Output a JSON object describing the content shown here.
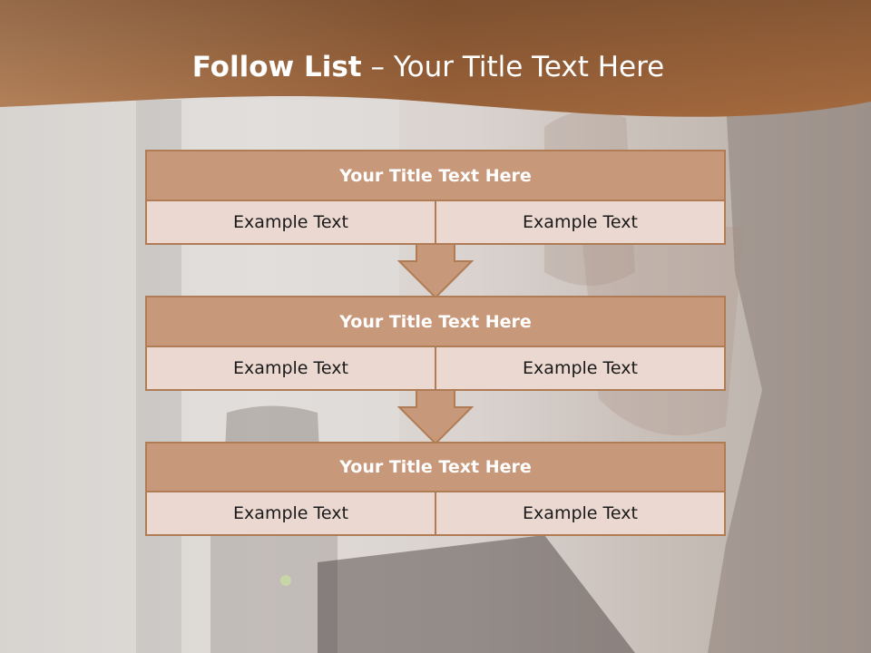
{
  "colors": {
    "header_band": "#a36a3e",
    "box_title_fill": "#c8987b",
    "box_border": "#b07c55",
    "cell_fill": "#ebd8d0",
    "title_text": "#ffffff"
  },
  "slide": {
    "title_bold": "Follow List",
    "title_rest": " – Your Title Text Here"
  },
  "blocks": [
    {
      "title": "Your Title Text Here",
      "left": "Example Text",
      "right": "Example Text"
    },
    {
      "title": "Your Title Text Here",
      "left": "Example Text",
      "right": "Example Text"
    },
    {
      "title": "Your Title Text Here",
      "left": "Example Text",
      "right": "Example Text"
    }
  ]
}
